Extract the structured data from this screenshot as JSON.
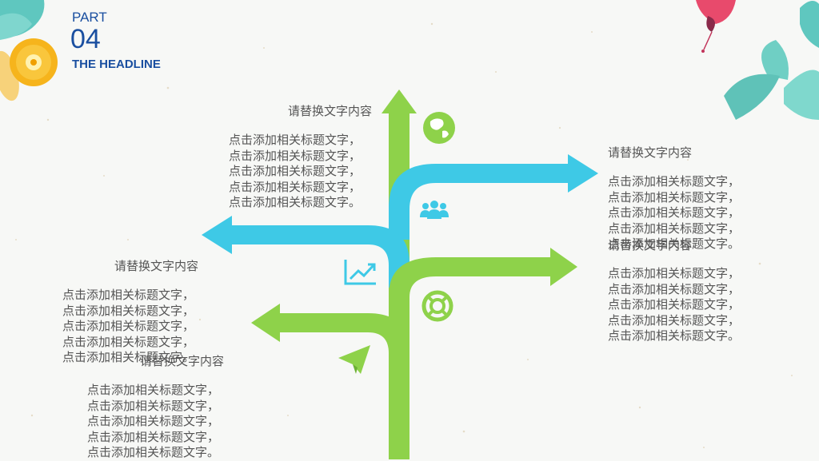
{
  "header": {
    "part_label": "PART",
    "part_number": "04",
    "headline": "THE HEADLINE"
  },
  "colors": {
    "green": "#8ed24a",
    "blue": "#3ec9e6",
    "title_blue": "#1a4fa0",
    "text": "#555555"
  },
  "blocks": [
    {
      "title": "请替换文字内容",
      "lines": [
        "点击添加相关标题文字，",
        "点击添加相关标题文字，",
        "点击添加相关标题文字，",
        "点击添加相关标题文字，",
        "点击添加相关标题文字。"
      ]
    },
    {
      "title": "请替换文字内容",
      "lines": [
        "点击添加相关标题文字，",
        "点击添加相关标题文字，",
        "点击添加相关标题文字，",
        "点击添加相关标题文字，",
        "点击添加相关标题文字。"
      ]
    },
    {
      "title": "请替换文字内容",
      "lines": [
        "点击添加相关标题文字，",
        "点击添加相关标题文字，",
        "点击添加相关标题文字，",
        "点击添加相关标题文字，",
        "点击添加相关标题文字。"
      ]
    },
    {
      "title": "请替换文字内容",
      "lines": [
        "点击添加相关标题文字，",
        "点击添加相关标题文字，",
        "点击添加相关标题文字，",
        "点击添加相关标题文字，",
        "点击添加相关标题文字。"
      ]
    },
    {
      "title": "请替换文字内容",
      "lines": [
        "点击添加相关标题文字，",
        "点击添加相关标题文字，",
        "点击添加相关标题文字，",
        "点击添加相关标题文字，",
        "点击添加相关标题文字。"
      ]
    }
  ],
  "icons": [
    "globe-icon",
    "users-icon",
    "chart-icon",
    "lifebuoy-icon",
    "paper-plane-icon"
  ]
}
